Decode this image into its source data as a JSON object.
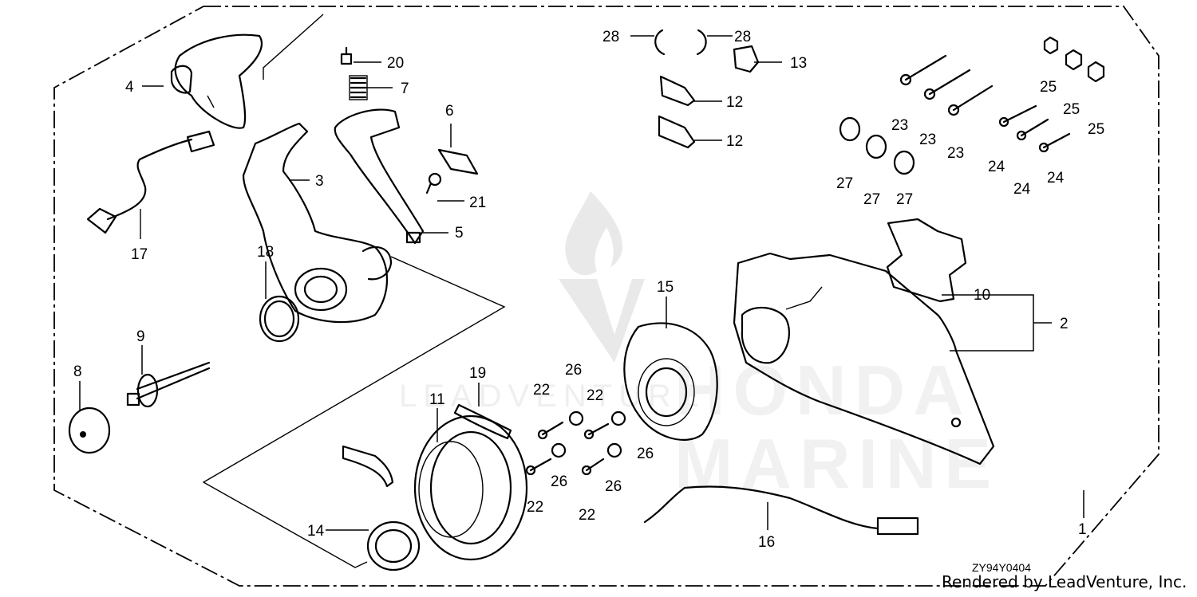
{
  "diagram": {
    "drawing_code": "ZY94Y0404",
    "credit": "Rendered by LeadVenture, Inc.",
    "callouts": [
      {
        "id": "c1",
        "text": "1"
      },
      {
        "id": "c2",
        "text": "2"
      },
      {
        "id": "c3",
        "text": "3"
      },
      {
        "id": "c4",
        "text": "4"
      },
      {
        "id": "c5",
        "text": "5"
      },
      {
        "id": "c6",
        "text": "6"
      },
      {
        "id": "c7",
        "text": "7"
      },
      {
        "id": "c8",
        "text": "8"
      },
      {
        "id": "c9",
        "text": "9"
      },
      {
        "id": "c10",
        "text": "10"
      },
      {
        "id": "c11",
        "text": "11"
      },
      {
        "id": "c12a",
        "text": "12"
      },
      {
        "id": "c12b",
        "text": "12"
      },
      {
        "id": "c13",
        "text": "13"
      },
      {
        "id": "c14",
        "text": "14"
      },
      {
        "id": "c15",
        "text": "15"
      },
      {
        "id": "c16",
        "text": "16"
      },
      {
        "id": "c17",
        "text": "17"
      },
      {
        "id": "c18",
        "text": "18"
      },
      {
        "id": "c19",
        "text": "19"
      },
      {
        "id": "c20",
        "text": "20"
      },
      {
        "id": "c21",
        "text": "21"
      },
      {
        "id": "c22a",
        "text": "22"
      },
      {
        "id": "c22b",
        "text": "22"
      },
      {
        "id": "c22c",
        "text": "22"
      },
      {
        "id": "c22d",
        "text": "22"
      },
      {
        "id": "c23a",
        "text": "23"
      },
      {
        "id": "c23b",
        "text": "23"
      },
      {
        "id": "c23c",
        "text": "23"
      },
      {
        "id": "c24a",
        "text": "24"
      },
      {
        "id": "c24b",
        "text": "24"
      },
      {
        "id": "c24c",
        "text": "24"
      },
      {
        "id": "c25a",
        "text": "25"
      },
      {
        "id": "c25b",
        "text": "25"
      },
      {
        "id": "c25c",
        "text": "25"
      },
      {
        "id": "c26a",
        "text": "26"
      },
      {
        "id": "c26b",
        "text": "26"
      },
      {
        "id": "c26c",
        "text": "26"
      },
      {
        "id": "c26d",
        "text": "26"
      },
      {
        "id": "c27a",
        "text": "27"
      },
      {
        "id": "c27b",
        "text": "27"
      },
      {
        "id": "c27c",
        "text": "27"
      },
      {
        "id": "c28a",
        "text": "28"
      },
      {
        "id": "c28b",
        "text": "28"
      }
    ]
  }
}
